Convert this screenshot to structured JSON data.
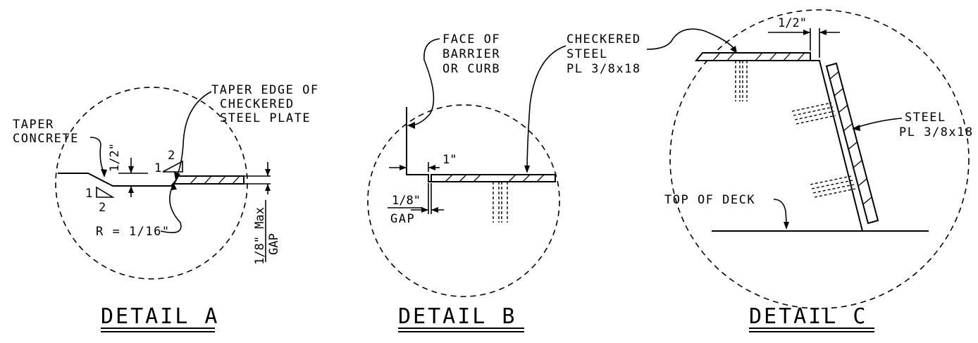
{
  "detail_a": {
    "title": "DETAIL A",
    "taper_concrete": [
      "TAPER",
      "CONCRETE"
    ],
    "taper_edge": [
      "TAPER EDGE OF",
      "CHECKERED",
      "STEEL PLATE"
    ],
    "dim_half": "1/2\"",
    "slope_top": {
      "rise": "1",
      "run": "2"
    },
    "slope_bottom": {
      "rise": "1",
      "run": "2"
    },
    "radius": "R = 1/16\"",
    "gap": [
      "1/8\" Max",
      "GAP"
    ]
  },
  "detail_b": {
    "title": "DETAIL B",
    "face_label": [
      "FACE OF",
      "BARRIER",
      "OR CURB"
    ],
    "dim_one": "1\"",
    "gap": [
      "1/8\"",
      "GAP"
    ]
  },
  "detail_c": {
    "title": "DETAIL C",
    "top_plate": [
      "CHECKERED",
      "STEEL",
      "PL 3/8x18"
    ],
    "dim_half": "1/2\"",
    "side_plate": [
      "STEEL",
      "PL 3/8x18"
    ],
    "deck": "TOP OF DECK"
  }
}
